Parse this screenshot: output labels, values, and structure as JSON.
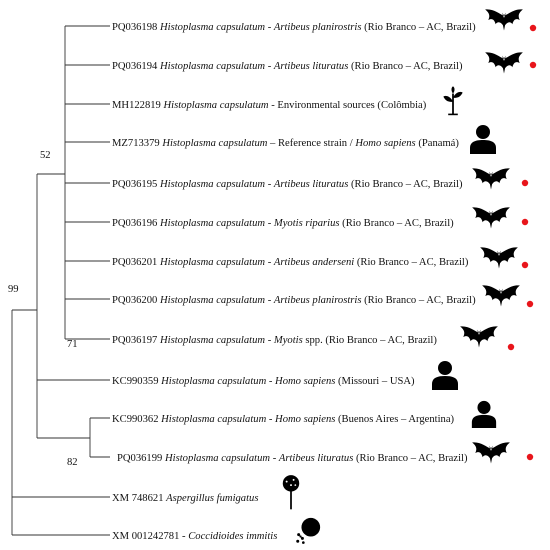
{
  "colors": {
    "branch": "#333333",
    "text": "#111111",
    "marker": "#e8151b",
    "icon": "#000000"
  },
  "bootstrap": [
    "99",
    "52",
    "71",
    "82"
  ],
  "taxa": [
    {
      "accession": "PQ036198",
      "species": "Histoplasma capsulatum",
      "sep": " - ",
      "host": "Artibeus planirostris",
      "host_italic": true,
      "suffix": " (Rio Branco – AC, Brazil)",
      "icon": "bat-icon",
      "marker": true
    },
    {
      "accession": "PQ036194",
      "species": "Histoplasma capsulatum",
      "sep": " - ",
      "host": "Artibeus lituratus",
      "host_italic": true,
      "suffix": " (Rio Branco – AC, Brazil)",
      "icon": "bat-icon",
      "marker": true
    },
    {
      "accession": "MH122819",
      "species": "Histoplasma capsulatum",
      "sep": " - ",
      "host": "Environmental sources",
      "host_italic": false,
      "suffix": " (Colômbia)",
      "icon": "plant-icon",
      "marker": false
    },
    {
      "accession": "MZ713379",
      "species": "Histoplasma capsulatum",
      "sep": " – ",
      "host": "Reference strain / ",
      "host_italic": false,
      "host2": "Homo sapiens",
      "suffix": " (Panamá)",
      "icon": "person-icon",
      "marker": false
    },
    {
      "accession": "PQ036195",
      "species": "Histoplasma capsulatum",
      "sep": " - ",
      "host": "Artibeus lituratus",
      "host_italic": true,
      "suffix": " (Rio Branco – AC, Brazil)",
      "icon": "bat-icon",
      "marker": true
    },
    {
      "accession": "PQ036196",
      "species": "Histoplasma capsulatum",
      "sep": " - ",
      "host": "Myotis riparius",
      "host_italic": true,
      "suffix": " (Rio Branco – AC, Brazil)",
      "icon": "bat-icon",
      "marker": true
    },
    {
      "accession": "PQ036201",
      "species": "Histoplasma capsulatum",
      "sep": " - ",
      "host": "Artibeus anderseni",
      "host_italic": true,
      "suffix": " (Rio Branco – AC, Brazil)",
      "icon": "bat-icon",
      "marker": true
    },
    {
      "accession": "PQ036200",
      "species": "Histoplasma capsulatum",
      "sep": " - ",
      "host": "Artibeus planirostris",
      "host_italic": true,
      "suffix": " (Rio Branco – AC, Brazil)",
      "icon": "bat-icon",
      "marker": true
    },
    {
      "accession": "PQ036197",
      "species": "Histoplasma capsulatum",
      "sep": " - ",
      "host": "Myotis",
      "host_italic": true,
      "suffix": " spp. (Rio Branco – AC, Brazil)",
      "icon": "bat-icon",
      "marker": true
    },
    {
      "accession": "KC990359",
      "species": "Histoplasma capsulatum",
      "sep": " - ",
      "host": "Homo sapiens",
      "host_italic": true,
      "suffix": " (Missouri – USA)",
      "icon": "person-icon",
      "marker": false
    },
    {
      "accession": "KC990362",
      "species": "Histoplasma capsulatum",
      "sep": " - ",
      "host": "Homo sapiens",
      "host_italic": true,
      "suffix": " (Buenos Aires – Argentina)",
      "icon": "person-icon",
      "marker": false
    },
    {
      "accession": "PQ036199",
      "species": "Histoplasma capsulatum",
      "sep": " - ",
      "host": "Artibeus lituratus",
      "host_italic": true,
      "suffix": " (Rio Branco – AC, Brazil)",
      "icon": "bat-icon",
      "marker": true
    },
    {
      "accession": "XM 748621",
      "species": "Aspergillus fumigatus",
      "sep": "",
      "host": "",
      "host_italic": false,
      "suffix": "",
      "icon": "aspergillus-icon",
      "marker": false
    },
    {
      "accession": "XM 001242781",
      "species": "",
      "sep": " - ",
      "host": "Coccidioides immitis",
      "host_italic": true,
      "suffix": "",
      "icon": "coccidioides-icon",
      "marker": false
    }
  ]
}
